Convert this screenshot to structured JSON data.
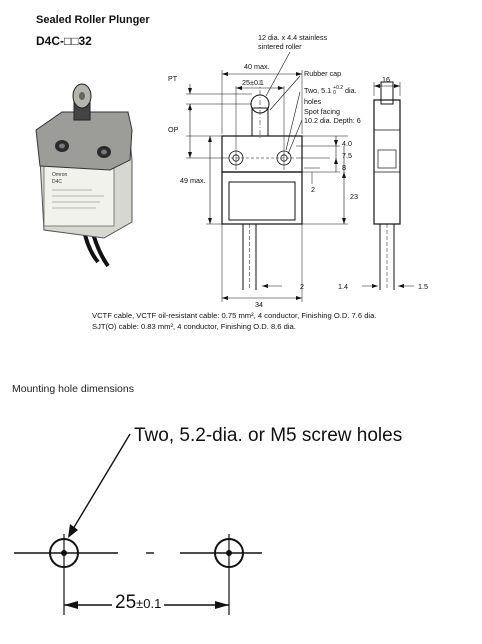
{
  "header": {
    "title": "Sealed Roller Plunger",
    "model": "D4C-□□32"
  },
  "drawing": {
    "roller_callout_line1": "12 dia. x 4.4 stainless",
    "roller_callout_line2": "sintered roller",
    "rubber_cap": "Rubber cap",
    "holes_line1": "Two, 5.1",
    "holes_tol": "+0.2",
    "holes_tol_low": "0",
    "holes_dia": "dia.",
    "holes_line2": "holes",
    "spot_line1": "Spot facing",
    "spot_line2": "10.2 dia. Depth: 6",
    "pt": "PT",
    "op": "OP",
    "dim_40max": "40 max.",
    "dim_25": "25±0.1",
    "dim_49max": "49 max.",
    "dim_16": "16",
    "dim_4_0": "4.0",
    "dim_7_5": "7.5",
    "dim_8": "8",
    "dim_23": "23",
    "dim_2_mid": "2",
    "dim_2_bottom": "2",
    "dim_34": "34",
    "dim_1_4": "1.4",
    "dim_1_5": "1.5",
    "photo_brand": "Omron",
    "photo_model": "D4C"
  },
  "notes": {
    "line1": "VCTF cable, VCTF oil-resistant cable: 0.75 mm², 4 conductor, Finishing O.D. 7.6 dia.",
    "line2": "SJT(O) cable: 0.83 mm², 4 conductor, Finishing O.D. 8.6 dia."
  },
  "mounting": {
    "heading": "Mounting hole dimensions",
    "callout": "Two, 5.2-dia. or M5 screw holes",
    "dim_main": "25",
    "dim_tol": "±0.1"
  }
}
